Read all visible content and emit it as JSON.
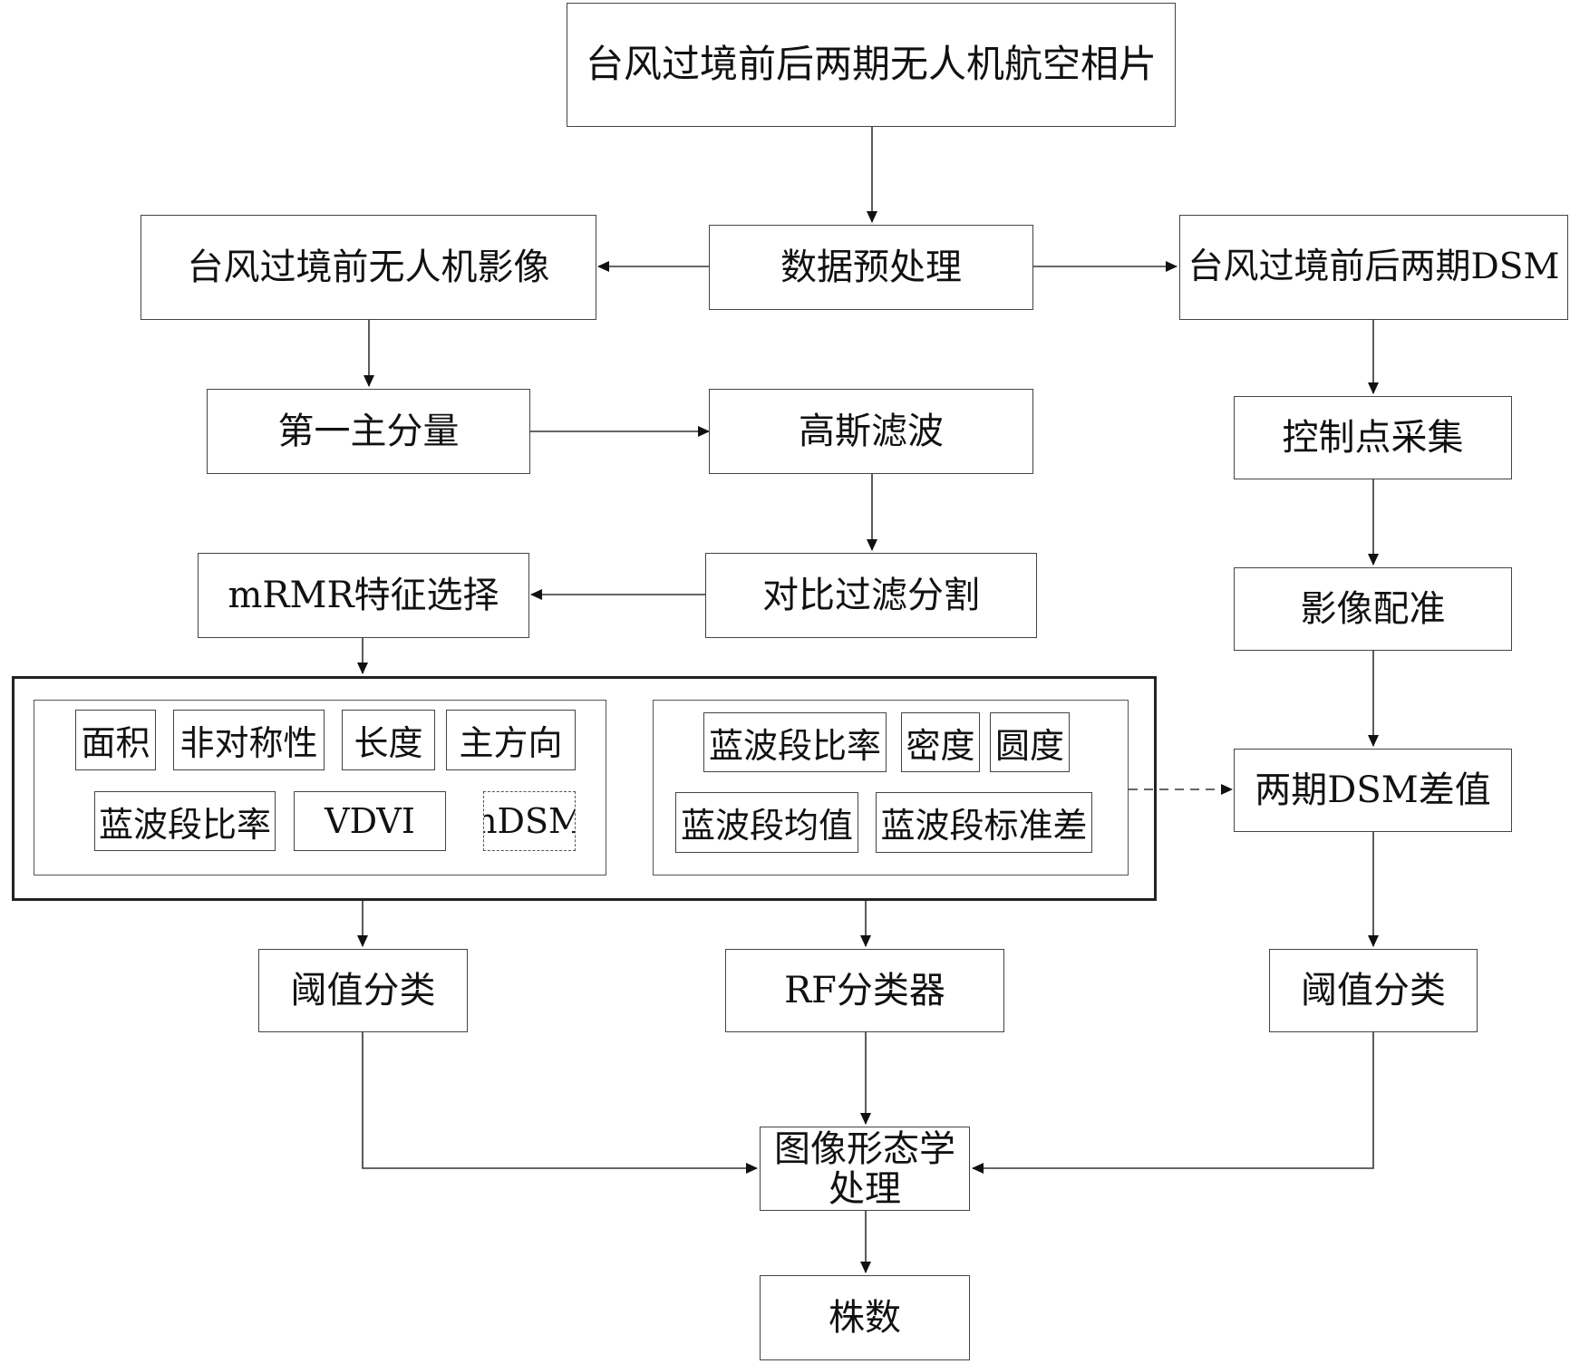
{
  "nodes": {
    "source": "台风过境前后两期无人机航空相片",
    "preprocess": "数据预处理",
    "pre_image": "台风过境前无人机影像",
    "dsm_pair": "台风过境前后两期DSM",
    "pca1": "第一主分量",
    "gauss": "高斯滤波",
    "gcp": "控制点采集",
    "mrmr": "mRMR特征选择",
    "segment": "对比过滤分割",
    "register": "影像配准",
    "dsm_diff": "两期DSM差值",
    "thresh_left": "阈值分类",
    "rf": "RF分类器",
    "thresh_right": "阈值分类",
    "morph_line1": "图像形态学",
    "morph_line2": "处理",
    "count": "株数"
  },
  "features_left": {
    "area": "面积",
    "asymmetry": "非对称性",
    "length": "长度",
    "main_direction": "主方向",
    "blue_ratio": "蓝波段比率",
    "vdvi": "VDVI",
    "ndsm": "nDSM"
  },
  "features_right": {
    "blue_ratio": "蓝波段比率",
    "density": "密度",
    "roundness": "圆度",
    "blue_mean": "蓝波段均值",
    "blue_std": "蓝波段标准差"
  }
}
